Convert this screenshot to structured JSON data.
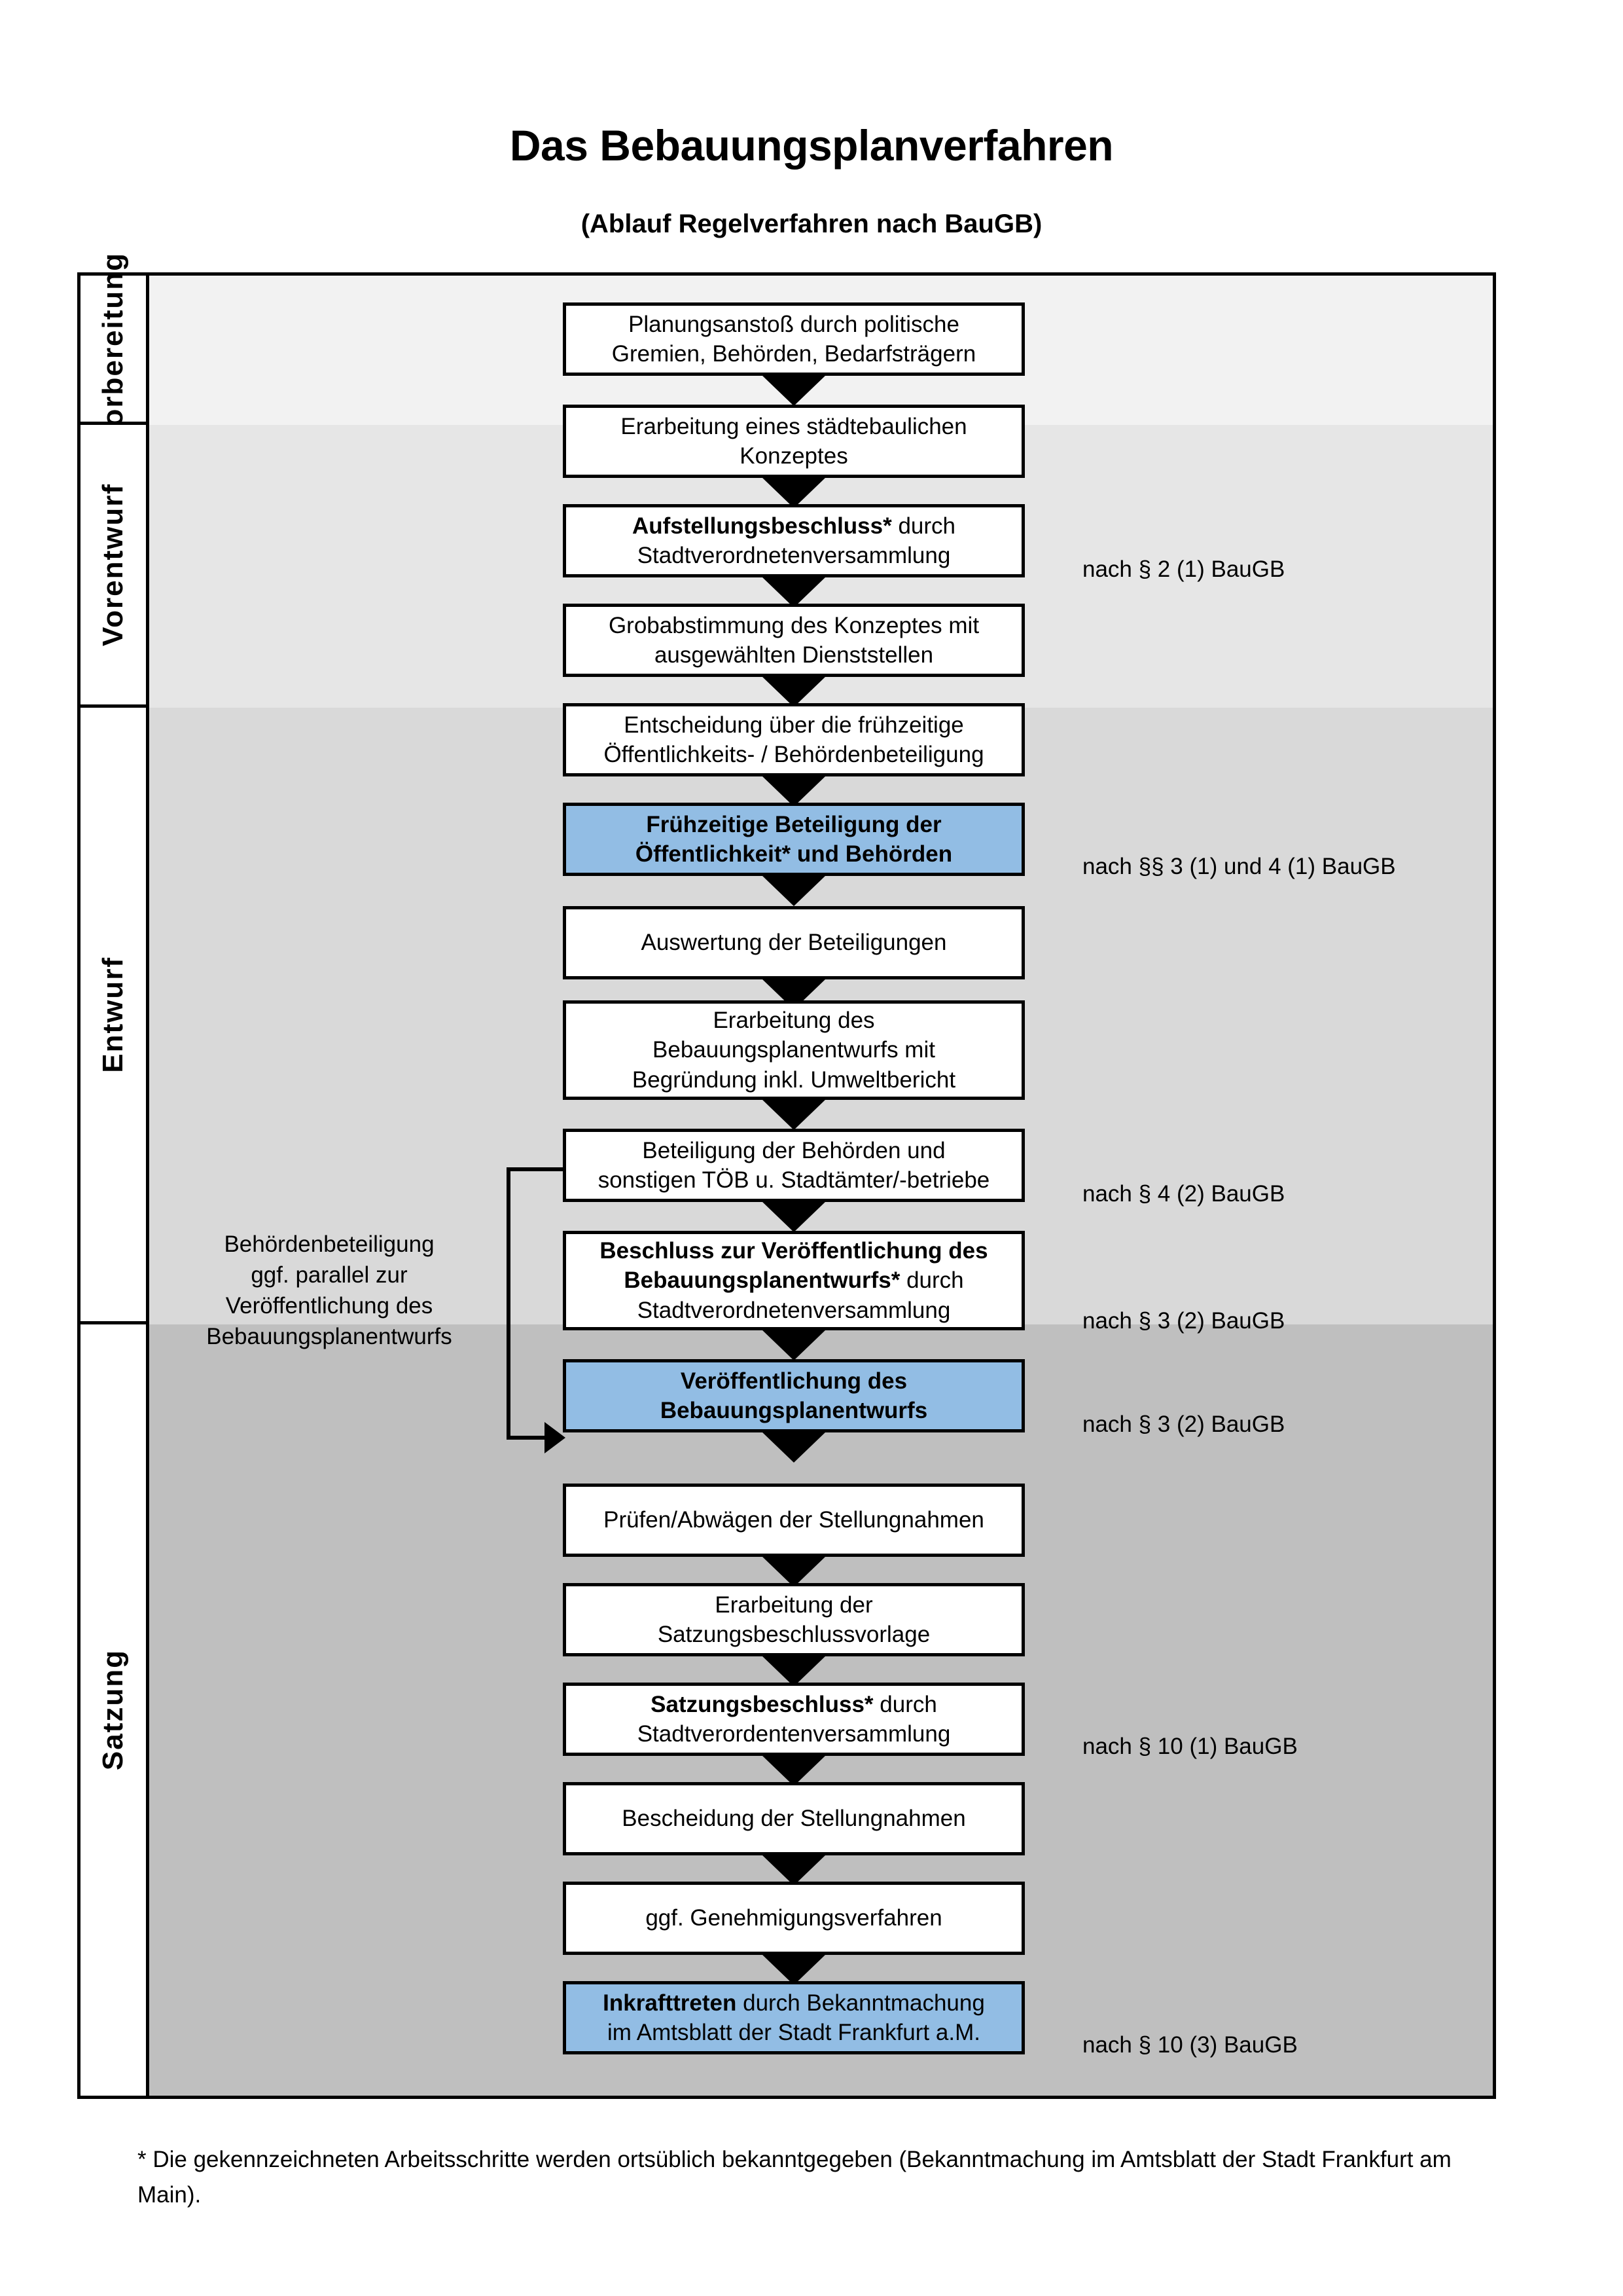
{
  "title": "Das Bebauungsplanverfahren",
  "subtitle": "(Ablauf Regelverfahren nach BauGB)",
  "colors": {
    "highlight_box": "#92bde4",
    "band_vorbereitung": "#f2f2f2",
    "band_vorentwurf": "#e6e6e6",
    "band_entwurf": "#d9d9d9",
    "band_satzung": "#bfbfbf",
    "outline": "#000000"
  },
  "phases": [
    {
      "label": "Vorbereitung"
    },
    {
      "label": "Vorentwurf"
    },
    {
      "label": "Entwurf"
    },
    {
      "label": "Satzung"
    }
  ],
  "nodes": [
    {
      "id": "n1",
      "phase": "Vorbereitung",
      "highlighted": false,
      "lines": [
        "Planungsanstoß durch politische",
        "Gremien, Behörden, Bedarfsträgern"
      ]
    },
    {
      "id": "n2",
      "phase": "Vorbereitung",
      "highlighted": false,
      "lines": [
        "Erarbeitung eines städtebaulichen",
        "Konzeptes"
      ]
    },
    {
      "id": "n3",
      "phase": "Vorbereitung",
      "highlighted": false,
      "lines_bold_prefix": "Aufstellungsbeschluss*",
      "lines": [
        "Aufstellungsbeschluss* durch",
        "Stadtverordnetenversammlung"
      ]
    },
    {
      "id": "n4",
      "phase": "Vorentwurf",
      "highlighted": false,
      "lines": [
        "Grobabstimmung des Konzeptes mit",
        "ausgewählten Dienststellen"
      ]
    },
    {
      "id": "n5",
      "phase": "Vorentwurf",
      "highlighted": false,
      "lines": [
        "Entscheidung über die frühzeitige",
        "Öffentlichkeits- / Behördenbeteiligung"
      ]
    },
    {
      "id": "n6",
      "phase": "Vorentwurf",
      "highlighted": true,
      "lines": [
        "Frühzeitige Beteiligung der",
        "Öffentlichkeit* und Behörden"
      ]
    },
    {
      "id": "n7",
      "phase": "Entwurf",
      "highlighted": false,
      "lines": [
        "Auswertung der Beteiligungen"
      ]
    },
    {
      "id": "n8",
      "phase": "Entwurf",
      "highlighted": false,
      "lines": [
        "Erarbeitung des",
        "Bebauungsplanentwurfs mit",
        "Begründung inkl. Umweltbericht"
      ]
    },
    {
      "id": "n9",
      "phase": "Entwurf",
      "highlighted": false,
      "lines": [
        "Beteiligung der Behörden und",
        "sonstigen TÖB u. Stadtämter/-betriebe"
      ]
    },
    {
      "id": "n10",
      "phase": "Entwurf",
      "highlighted": false,
      "lines": [
        "Beschluss zur Veröffentlichung des",
        "Bebauungsplanentwurfs* durch",
        "Stadtverordnetenversammlung"
      ]
    },
    {
      "id": "n11",
      "phase": "Entwurf",
      "highlighted": true,
      "lines": [
        "Veröffentlichung des",
        "Bebauungsplanentwurfs"
      ]
    },
    {
      "id": "n12",
      "phase": "Satzung",
      "highlighted": false,
      "lines": [
        "Prüfen/Abwägen der Stellungnahmen"
      ]
    },
    {
      "id": "n13",
      "phase": "Satzung",
      "highlighted": false,
      "lines": [
        "Erarbeitung der",
        "Satzungsbeschlussvorlage"
      ]
    },
    {
      "id": "n14",
      "phase": "Satzung",
      "highlighted": false,
      "lines": [
        "Satzungsbeschluss* durch",
        "Stadtverordentenversammlung"
      ]
    },
    {
      "id": "n15",
      "phase": "Satzung",
      "highlighted": false,
      "lines": [
        "Bescheidung der Stellungnahmen"
      ]
    },
    {
      "id": "n16",
      "phase": "Satzung",
      "highlighted": false,
      "lines": [
        "ggf. Genehmigungsverfahren"
      ]
    },
    {
      "id": "n17",
      "phase": "Satzung",
      "highlighted": true,
      "lines": [
        "Inkrafttreten durch Bekanntmachung",
        "im Amtsblatt der Stadt Frankfurt a.M."
      ]
    }
  ],
  "node_text": {
    "n1_l1": "Planungsanstoß durch politische",
    "n1_l2": "Gremien, Behörden, Bedarfsträgern",
    "n2_l1": "Erarbeitung eines städtebaulichen",
    "n2_l2": "Konzeptes",
    "n3_l1_bold": "Aufstellungsbeschluss*",
    "n3_l1_rest": " durch",
    "n3_l2": "Stadtverordnetenversammlung",
    "n4_l1": "Grobabstimmung des Konzeptes mit",
    "n4_l2": "ausgewählten Dienststellen",
    "n5_l1": "Entscheidung über die frühzeitige",
    "n5_l2": "Öffentlichkeits- / Behördenbeteiligung",
    "n6_l1": "Frühzeitige Beteiligung der",
    "n6_l2": "Öffentlichkeit* und Behörden",
    "n7_l1": "Auswertung der Beteiligungen",
    "n8_l1": "Erarbeitung des",
    "n8_l2": "Bebauungsplanentwurfs mit",
    "n8_l3": "Begründung inkl. Umweltbericht",
    "n9_l1": "Beteiligung der Behörden und",
    "n9_l2": "sonstigen TÖB u. Stadtämter/-betriebe",
    "n10_l1_bold": "Beschluss zur Veröffentlichung des",
    "n10_l2_bold": "Bebauungsplanentwurfs*",
    "n10_l2_rest": " durch",
    "n10_l3": "Stadtverordnetenversammlung",
    "n11_l1": "Veröffentlichung des",
    "n11_l2": "Bebauungsplanentwurfs",
    "n12_l1": "Prüfen/Abwägen der Stellungnahmen",
    "n13_l1": "Erarbeitung der",
    "n13_l2": "Satzungsbeschlussvorlage",
    "n14_l1_bold": "Satzungsbeschluss*",
    "n14_l1_rest": " durch",
    "n14_l2": "Stadtverordentenversammlung",
    "n15_l1": "Bescheidung der Stellungnahmen",
    "n16_l1": "ggf. Genehmigungsverfahren",
    "n17_l1_bold": "Inkrafttreten",
    "n17_l1_rest": " durch Bekanntmachung",
    "n17_l2": "im Amtsblatt der Stadt Frankfurt a.M."
  },
  "legal_references": [
    {
      "id": "r1",
      "text": "nach § 2 (1) BauGB",
      "for_node": "n3"
    },
    {
      "id": "r2",
      "text": "nach §§ 3 (1) und 4 (1) BauGB",
      "for_node": "n6"
    },
    {
      "id": "r3",
      "text": "nach § 4 (2) BauGB",
      "for_node": "n9"
    },
    {
      "id": "r4",
      "text": "nach § 3 (2) BauGB",
      "for_node": "n10"
    },
    {
      "id": "r5",
      "text": "nach § 3 (2) BauGB",
      "for_node": "n11"
    },
    {
      "id": "r6",
      "text": "nach § 10 (1) BauGB",
      "for_node": "n14"
    },
    {
      "id": "r7",
      "text": "nach § 10 (3) BauGB",
      "for_node": "n17"
    }
  ],
  "side_note": {
    "l1": "Behördenbeteiligung",
    "l2": "ggf. parallel zur",
    "l3": "Veröffentlichung des",
    "l4": "Bebauungsplanentwurfs"
  },
  "footnote": {
    "l1": "* Die gekennzeichneten Arbeitsschritte werden ortsüblich bekanntgegeben (Bekanntmachung im Amtsblatt  der Stadt",
    "l2": "Frankfurt am Main)."
  }
}
